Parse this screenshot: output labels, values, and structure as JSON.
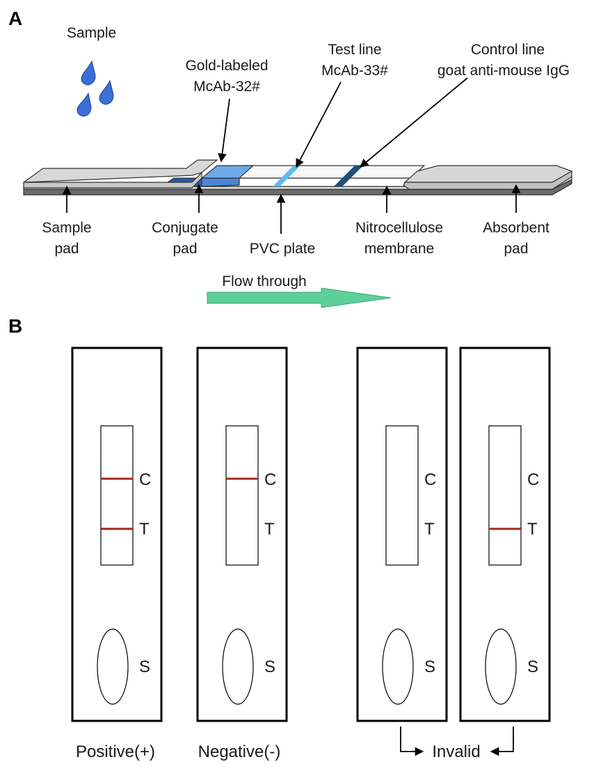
{
  "panel_a": {
    "letter": "A",
    "sample": "Sample",
    "gold_line1": "Gold-labeled",
    "gold_line2": "McAb-32#",
    "test_line1": "Test line",
    "test_line2": "McAb-33#",
    "control_line1": "Control line",
    "control_line2": "goat anti-mouse IgG",
    "sample_pad_line1": "Sample",
    "sample_pad_line2": "pad",
    "conjugate_line1": "Conjugate",
    "conjugate_line2": "pad",
    "pvc": "PVC plate",
    "nitro_line1": "Nitrocellulose",
    "nitro_line2": "membrane",
    "absorbent_line1": "Absorbent",
    "absorbent_line2": "pad",
    "flow": "Flow through",
    "colors": {
      "drop": "#3b6fd8",
      "conjugate": "#6fa8e8",
      "test_line": "#5bbcf0",
      "control_line": "#1e4f7a",
      "arrow": "#5fcf9a"
    }
  },
  "panel_b": {
    "letter": "B",
    "strips": [
      {
        "control_band": true,
        "test_band": true
      },
      {
        "control_band": true,
        "test_band": false
      },
      {
        "control_band": false,
        "test_band": false
      },
      {
        "control_band": false,
        "test_band": true
      }
    ],
    "c_label": "C",
    "t_label": "T",
    "s_label": "S",
    "positive": "Positive(+)",
    "negative": "Negative(-)",
    "invalid": "Invalid",
    "band_color": "#a52a1a"
  }
}
